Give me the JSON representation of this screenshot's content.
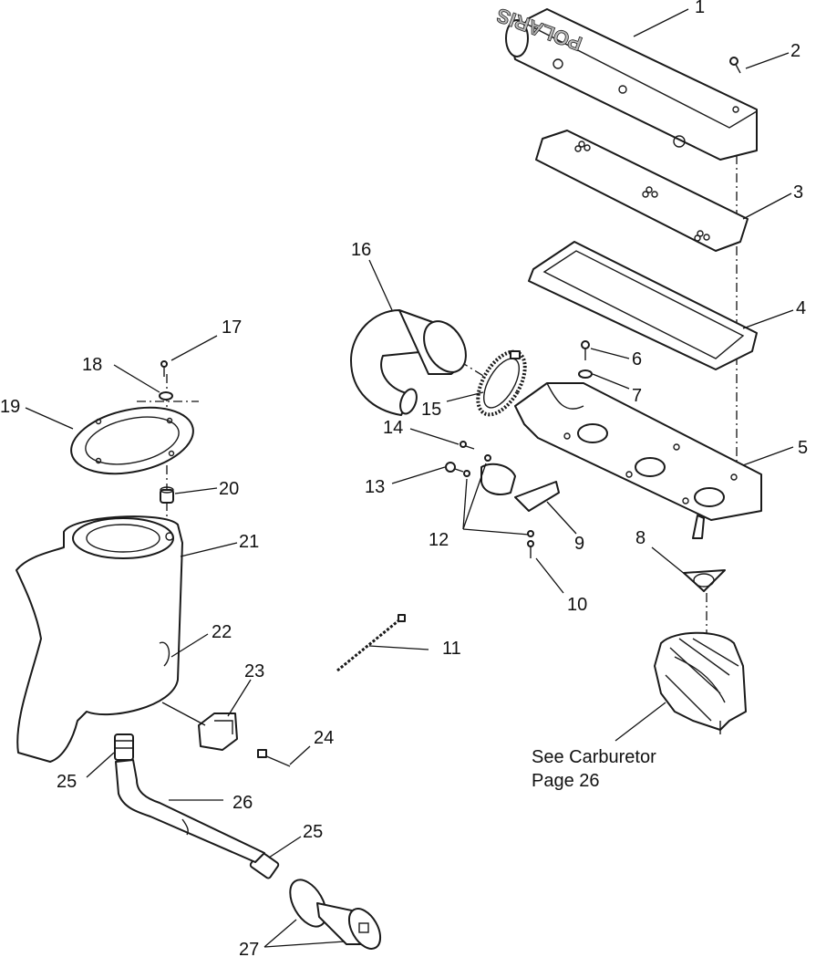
{
  "diagram": {
    "brand_text": "POLARIS",
    "note_line1": "See Carburetor",
    "note_line2": "Page 26",
    "callouts": [
      "1",
      "2",
      "3",
      "4",
      "5",
      "6",
      "7",
      "8",
      "9",
      "10",
      "11",
      "12",
      "13",
      "14",
      "15",
      "16",
      "17",
      "18",
      "19",
      "20",
      "21",
      "22",
      "23",
      "24",
      "25",
      "25",
      "26",
      "27"
    ]
  }
}
